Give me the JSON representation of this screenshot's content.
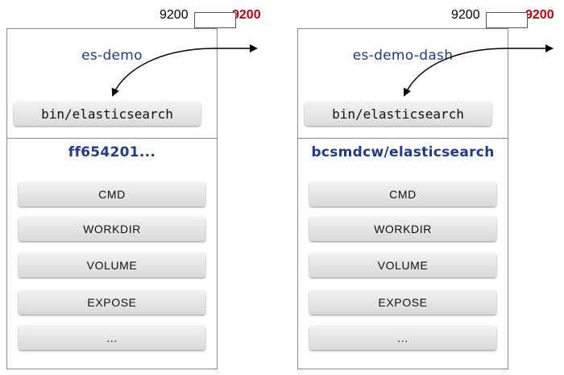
{
  "containers": [
    {
      "internal_port": "9200",
      "external_port": "9200",
      "container_name": "es-demo",
      "command": "bin/elasticsearch",
      "image_name": "ff654201...",
      "layers": [
        "CMD",
        "WORKDIR",
        "VOLUME",
        "EXPOSE",
        "..."
      ]
    },
    {
      "internal_port": "9200",
      "external_port": "9200",
      "container_name": "es-demo-dash",
      "command": "bin/elasticsearch",
      "image_name": "bcsmdcw/elasticsearch",
      "layers": [
        "CMD",
        "WORKDIR",
        "VOLUME",
        "EXPOSE",
        "..."
      ]
    }
  ],
  "colors": {
    "external_port": "#c0000c",
    "title": "#1f3b8a",
    "border": "#8a8a8a"
  }
}
